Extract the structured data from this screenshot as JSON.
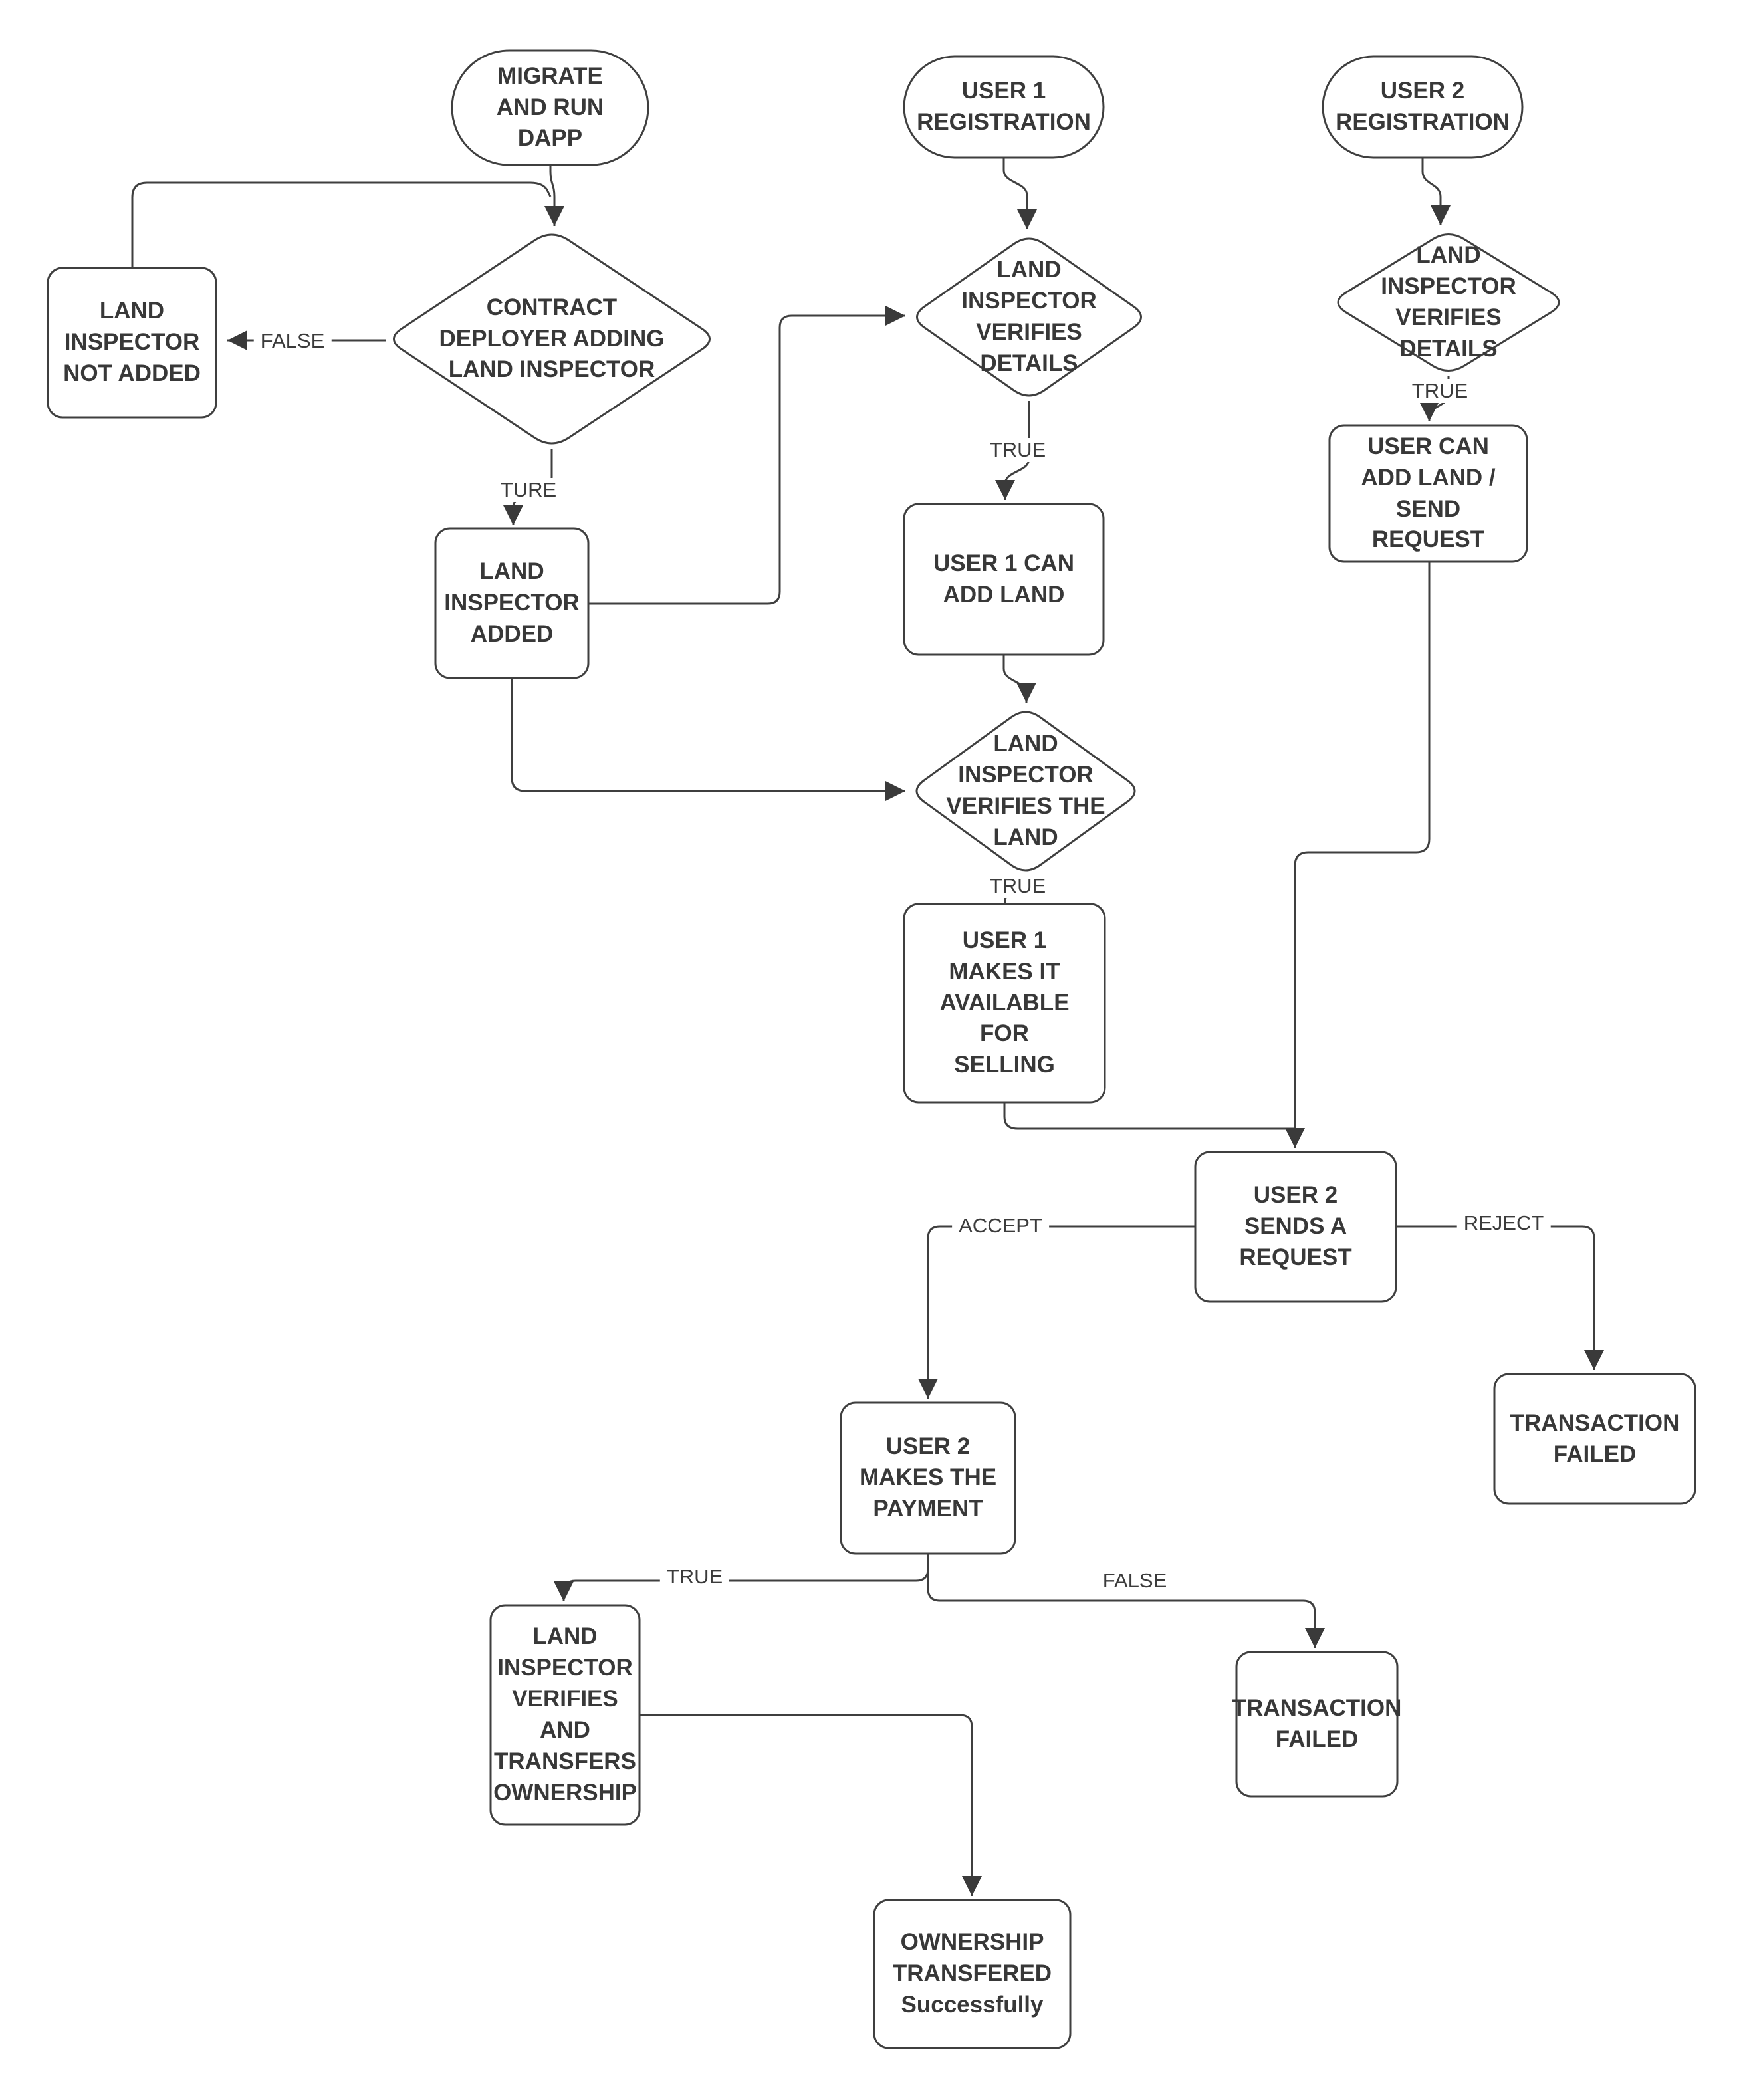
{
  "diagram": {
    "type": "flowchart",
    "stroke_color": "#3f3f3f",
    "text_color": "#383838",
    "background": "#ffffff",
    "nodes": {
      "migrate_and_run_dapp": {
        "shape": "terminator",
        "label": "MIGRATE\nAND RUN\nDAPP"
      },
      "user1_registration": {
        "shape": "terminator",
        "label": "USER 1\nREGISTRATION"
      },
      "user2_registration": {
        "shape": "terminator",
        "label": "USER 2\nREGISTRATION"
      },
      "contract_deployer_adding_land_inspector": {
        "shape": "decision",
        "label": "CONTRACT\nDEPLOYER ADDING\nLAND INSPECTOR"
      },
      "land_inspector_not_added": {
        "shape": "process",
        "label": "LAND\nINSPECTOR\nNOT ADDED"
      },
      "land_inspector_added": {
        "shape": "process",
        "label": "LAND\nINSPECTOR\nADDED"
      },
      "land_inspector_verifies_details_user1": {
        "shape": "decision",
        "label": "LAND\nINSPECTOR\nVERIFIES\nDETAILS"
      },
      "land_inspector_verifies_details_user2": {
        "shape": "decision",
        "label": "LAND\nINSPECTOR\nVERIFIES\nDETAILS"
      },
      "user1_can_add_land": {
        "shape": "process",
        "label": "USER 1 CAN\nADD LAND"
      },
      "user_can_add_land_send_request": {
        "shape": "process",
        "label": "USER CAN\nADD LAND /\nSEND\nREQUEST"
      },
      "land_inspector_verifies_the_land": {
        "shape": "decision",
        "label": "LAND\nINSPECTOR\nVERIFIES THE\nLAND"
      },
      "user1_makes_it_available_for_selling": {
        "shape": "process",
        "label": "USER 1\nMAKES IT\nAVAILABLE\nFOR\nSELLING"
      },
      "user2_sends_a_request": {
        "shape": "process",
        "label": "USER 2\nSENDS A\nREQUEST"
      },
      "user2_makes_the_payment": {
        "shape": "process",
        "label": "USER 2\nMAKES THE\nPAYMENT"
      },
      "transaction_failed_reject": {
        "shape": "process",
        "label": "TRANSACTION\nFAILED"
      },
      "land_inspector_verifies_and_transfers_ownership": {
        "shape": "process",
        "label": "LAND\nINSPECTOR\nVERIFIES\nAND\nTRANSFERS\nOWNERSHIP"
      },
      "transaction_failed_false": {
        "shape": "process",
        "label": "TRANSACTION\nFAILED"
      },
      "ownership_transfered_successfully": {
        "shape": "process",
        "label": "OWNERSHIP\nTRANSFERED\nSuccessfully"
      }
    },
    "edge_labels": {
      "false_contract": "FALSE",
      "ture": "TURE",
      "true_details_user1": "TRUE",
      "true_land": "TRUE",
      "true_details_user2": "TRUE",
      "accept": "ACCEPT",
      "reject": "REJECT",
      "true_payment": "TRUE",
      "false_payment": "FALSE"
    }
  }
}
